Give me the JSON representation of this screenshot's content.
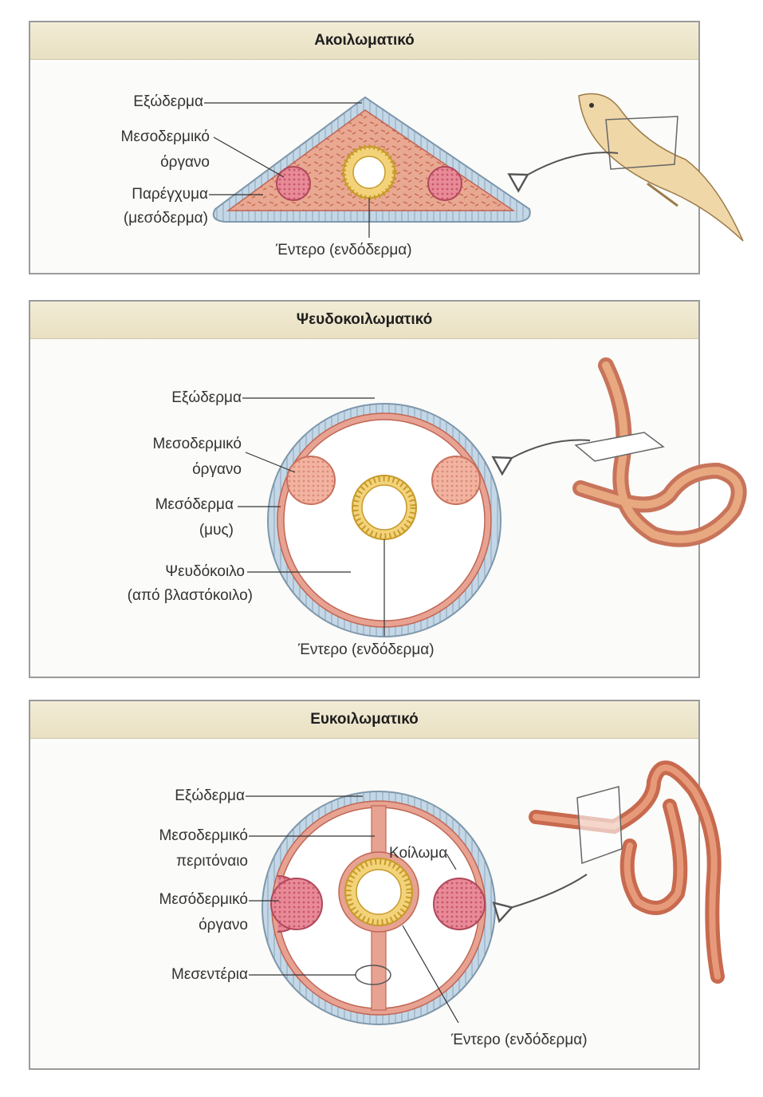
{
  "panels": [
    {
      "title": "Ακοιλωματικό",
      "labels": {
        "ectoderm": "Εξώδερμα",
        "meso_organ_1": "Μεσοδερμικό",
        "meso_organ_2": "όργανο",
        "parenchyma_1": "Παρέγχυμα",
        "parenchyma_2": "(μεσόδερμα)",
        "gut": "Έντερο (ενδόδερμα)"
      },
      "animal_icon": "flatworm-icon"
    },
    {
      "title": "Ψευδοκοιλωματικό",
      "labels": {
        "ectoderm": "Εξώδερμα",
        "meso_organ_1": "Μεσοδερμικό",
        "meso_organ_2": "όργανο",
        "mesoderm_1": "Μεσόδερμα",
        "mesoderm_2": "(μυς)",
        "pseudocoel_1": "Ψευδόκοιλο",
        "pseudocoel_2": "(από βλαστόκοιλο)",
        "gut": "Έντερο (ενδόδερμα)"
      },
      "animal_icon": "roundworm-icon"
    },
    {
      "title": "Ευκοιλωματικό",
      "labels": {
        "ectoderm": "Εξώδερμα",
        "peritoneum_1": "Μεσοδερμικό",
        "peritoneum_2": "περιτόναιο",
        "coelom": "Κοίλωμα",
        "meso_organ_1": "Μεσόδερμικό",
        "meso_organ_2": "όργανο",
        "mesentery": "Μεσεντέρια",
        "gut": "Έντερο (ενδόδερμα)"
      },
      "animal_icon": "earthworm-icon"
    }
  ],
  "colors": {
    "ectoderm": "#b8cfe0",
    "mesoderm": "#e59a8c",
    "organ": "#d9626a",
    "endoderm": "#f3d37a",
    "panel_header": "#ece4c8"
  }
}
